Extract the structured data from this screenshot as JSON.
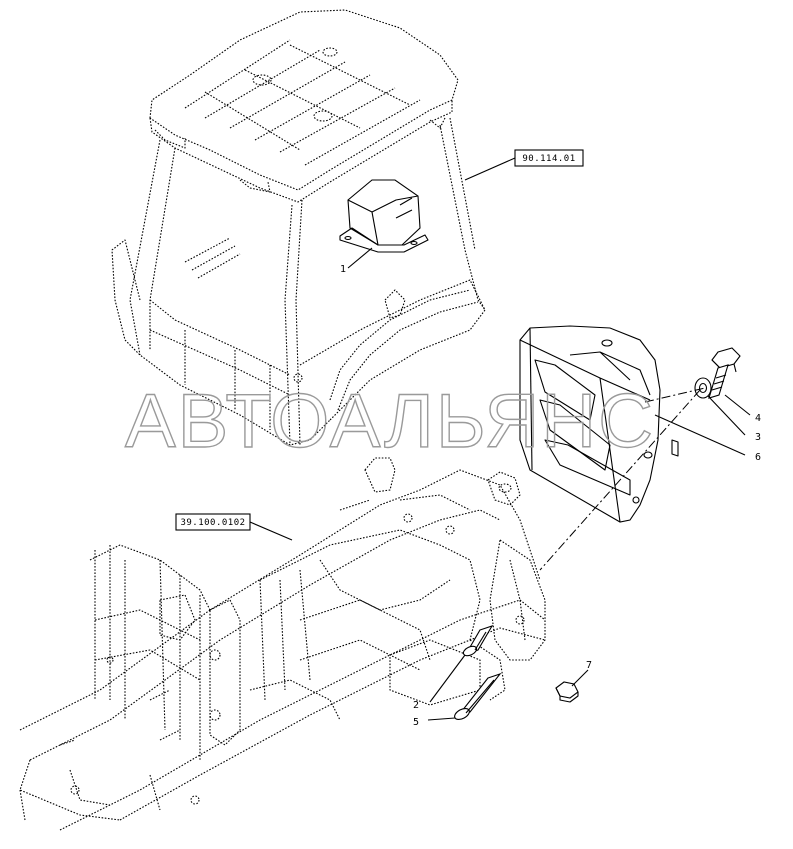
{
  "references": {
    "cab_ref": "90.114.01",
    "frame_ref": "39.100.0102"
  },
  "callouts": [
    "1",
    "2",
    "3",
    "4",
    "5",
    "6",
    "7"
  ],
  "watermark": "АВТОАЛЬЯНС"
}
